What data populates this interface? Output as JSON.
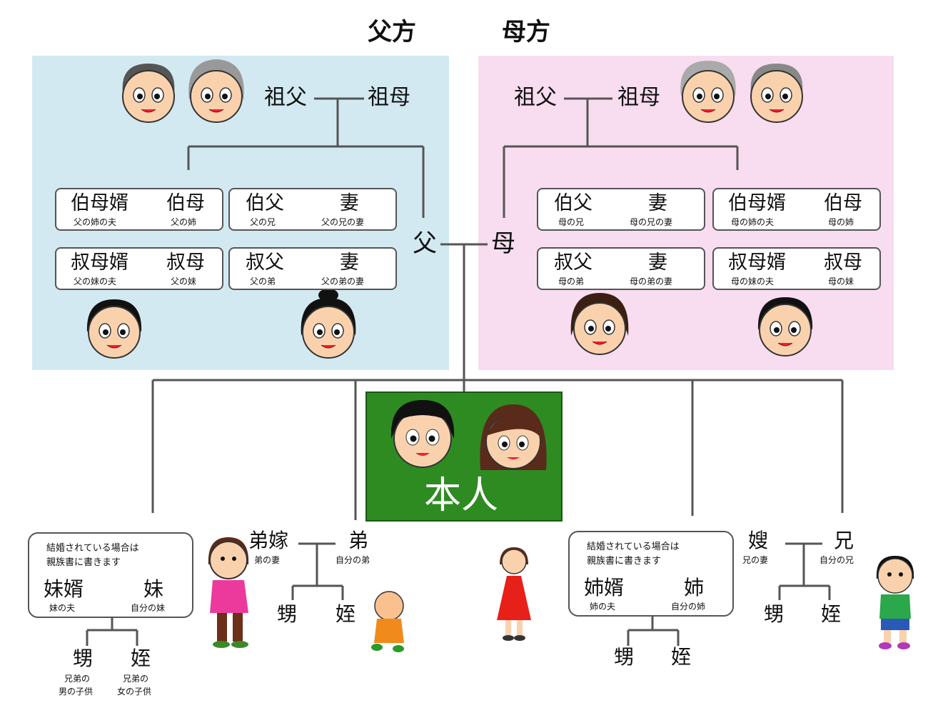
{
  "header": {
    "paternal": "父方",
    "maternal": "母方"
  },
  "colors": {
    "paternal_bg": "#d2e9f1",
    "maternal_bg": "#f8dcef",
    "self_bg": "#2e8b22",
    "line": "#555555"
  },
  "paternal": {
    "grandfather": "祖父",
    "grandmother": "祖母",
    "father": "父",
    "box1": {
      "left": {
        "label": "伯母婿",
        "sub": "父の姉の夫"
      },
      "right": {
        "label": "伯母",
        "sub": "父の姉"
      }
    },
    "box2": {
      "left": {
        "label": "伯父",
        "sub": "父の兄"
      },
      "right": {
        "label": "妻",
        "sub": "父の兄の妻"
      }
    },
    "box3": {
      "left": {
        "label": "叔母婿",
        "sub": "父の妹の夫"
      },
      "right": {
        "label": "叔母",
        "sub": "父の妹"
      }
    },
    "box4": {
      "left": {
        "label": "叔父",
        "sub": "父の弟"
      },
      "right": {
        "label": "妻",
        "sub": "父の弟の妻"
      }
    }
  },
  "maternal": {
    "grandfather": "祖父",
    "grandmother": "祖母",
    "mother": "母",
    "box1": {
      "left": {
        "label": "伯父",
        "sub": "母の兄"
      },
      "right": {
        "label": "妻",
        "sub": "母の兄の妻"
      }
    },
    "box2": {
      "left": {
        "label": "伯母婿",
        "sub": "母の姉の夫"
      },
      "right": {
        "label": "伯母",
        "sub": "母の姉"
      }
    },
    "box3": {
      "left": {
        "label": "叔父",
        "sub": "母の弟"
      },
      "right": {
        "label": "妻",
        "sub": "母の弟の妻"
      }
    },
    "box4": {
      "left": {
        "label": "叔母婿",
        "sub": "母の妹の夫"
      },
      "right": {
        "label": "叔母",
        "sub": "母の妹"
      }
    }
  },
  "self": {
    "label": "本人"
  },
  "sister": {
    "note1": "結婚されている場合は",
    "note2": "親族書に書きます",
    "husband": "妹婿",
    "husband_sub": "妹の夫",
    "name": "妹",
    "name_sub": "自分の妹",
    "nephew": "甥",
    "niece": "姪",
    "nephew_sub1": "兄弟の",
    "nephew_sub2": "男の子供",
    "niece_sub1": "兄弟の",
    "niece_sub2": "女の子供"
  },
  "younger_brother": {
    "wife": "弟嫁",
    "wife_sub": "弟の妻",
    "name": "弟",
    "name_sub": "自分の弟",
    "nephew": "甥",
    "niece": "姪"
  },
  "elder_sister": {
    "note1": "結婚されている場合は",
    "note2": "親族書に書きます",
    "husband": "姉婿",
    "husband_sub": "姉の夫",
    "name": "姉",
    "name_sub": "自分の姉",
    "nephew": "甥",
    "niece": "姪"
  },
  "elder_brother": {
    "wife": "嫂",
    "wife_sub": "兄の妻",
    "name": "兄",
    "name_sub": "自分の兄",
    "nephew": "甥",
    "niece": "姪"
  }
}
